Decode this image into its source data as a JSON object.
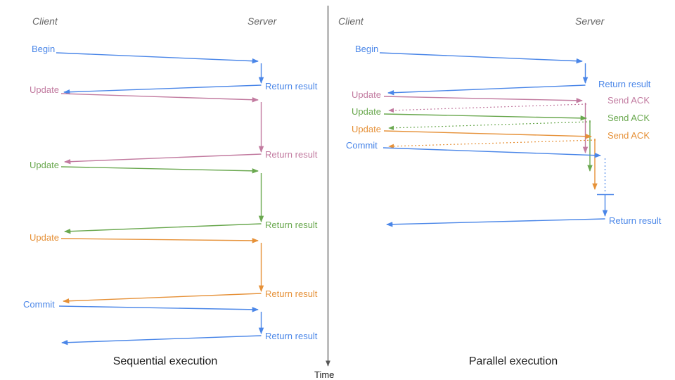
{
  "palette": {
    "blue": "#4a86e8",
    "pink": "#c27ba0",
    "green": "#6aa84f",
    "orange": "#e69138",
    "axis_gray": "#575757",
    "header_gray": "#666666",
    "title_black": "#1a1a1a"
  },
  "time_axis": {
    "label": "Time"
  },
  "sequential": {
    "title": "Sequential execution",
    "client": "Client",
    "server": "Server",
    "rows": [
      {
        "request": "Begin",
        "response": "Return result",
        "color": "blue"
      },
      {
        "request": "Update",
        "response": "Return result",
        "color": "pink"
      },
      {
        "request": "Update",
        "response": "Return result",
        "color": "green"
      },
      {
        "request": "Update",
        "response": "Return result",
        "color": "orange"
      },
      {
        "request": "Commit",
        "response": "Return result",
        "color": "blue"
      }
    ]
  },
  "parallel": {
    "title": "Parallel execution",
    "client": "Client",
    "server": "Server",
    "rows": [
      {
        "request": "Begin",
        "response": "Return result",
        "color": "blue",
        "reply_style": "solid"
      },
      {
        "request": "Update",
        "response": "Send ACK",
        "color": "pink",
        "reply_style": "dotted"
      },
      {
        "request": "Update",
        "response": "Send ACK",
        "color": "green",
        "reply_style": "dotted"
      },
      {
        "request": "Update",
        "response": "Send ACK",
        "color": "orange",
        "reply_style": "dotted"
      },
      {
        "request": "Commit",
        "response": "Return result",
        "color": "blue",
        "reply_style": "dotted-then-solid"
      }
    ]
  }
}
